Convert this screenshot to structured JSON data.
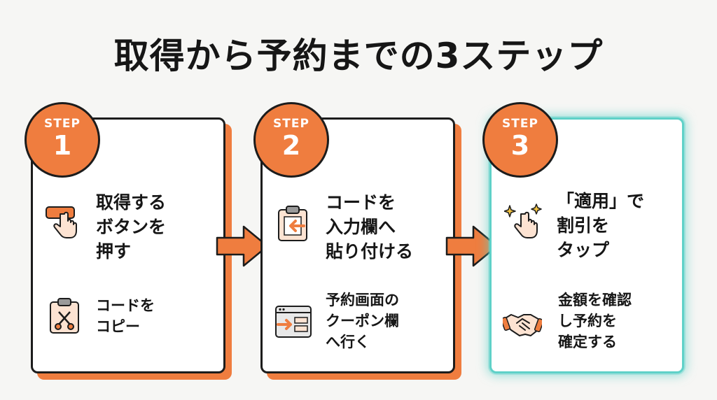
{
  "title": "取得から予約までの3ステップ",
  "colors": {
    "accent": "#ef7d3f",
    "highlight": "#5fd1c8",
    "ink": "#1c1c1c"
  },
  "steps": [
    {
      "label": "STEP",
      "number": "1",
      "main_icon": "hand-press-button-icon",
      "main_text": "取得する\nボタンを\n押す",
      "sub_icon": "clipboard-scissors-icon",
      "sub_text": "コードを\nコピー"
    },
    {
      "label": "STEP",
      "number": "2",
      "main_icon": "clipboard-paste-arrow-icon",
      "main_text": "コードを\n入力欄へ\n貼り付ける",
      "sub_icon": "browser-window-arrow-icon",
      "sub_text": "予約画面の\nクーポン欄\nへ行く"
    },
    {
      "label": "STEP",
      "number": "3",
      "main_icon": "sparkle-tap-hand-icon",
      "main_text": "「適用」で\n割引を\nタップ",
      "sub_icon": "handshake-icon",
      "sub_text": "金額を確認\nし予約を\n確定する"
    }
  ]
}
